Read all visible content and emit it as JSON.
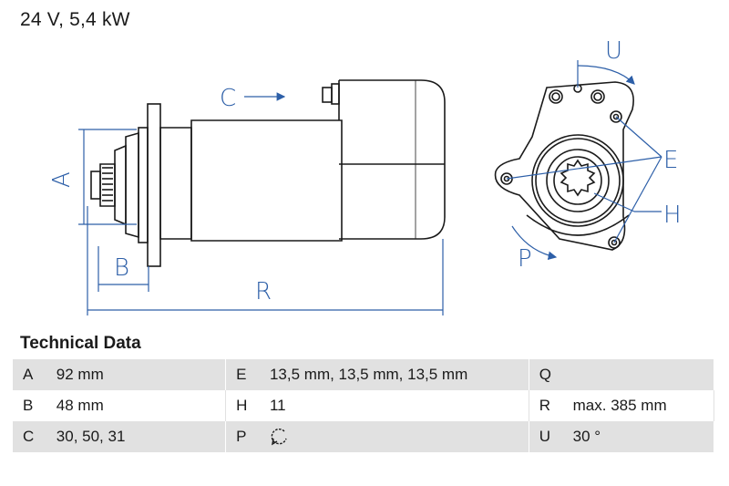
{
  "header": {
    "title": "24 V, 5,4 kW"
  },
  "drawing": {
    "labels": {
      "A": "A",
      "B": "B",
      "C": "C",
      "R": "R",
      "U": "U",
      "E": "E",
      "H": "H",
      "P": "P"
    },
    "line_color": "#2d5fa8",
    "outline_color": "#1a1a1a"
  },
  "technical_data": {
    "title": "Technical Data",
    "rows": [
      {
        "k1": "A",
        "v1": "92 mm",
        "k2": "E",
        "v2": "13,5 mm, 13,5 mm, 13,5 mm",
        "k3": "Q",
        "v3": ""
      },
      {
        "k1": "B",
        "v1": "48 mm",
        "k2": "H",
        "v2": "11",
        "k3": "R",
        "v3": "max. 385 mm"
      },
      {
        "k1": "C",
        "v1": "30, 50, 31",
        "k2": "P",
        "v2": "rotation-anticlockwise-icon",
        "k3": "U",
        "v3": "30 °"
      }
    ]
  }
}
